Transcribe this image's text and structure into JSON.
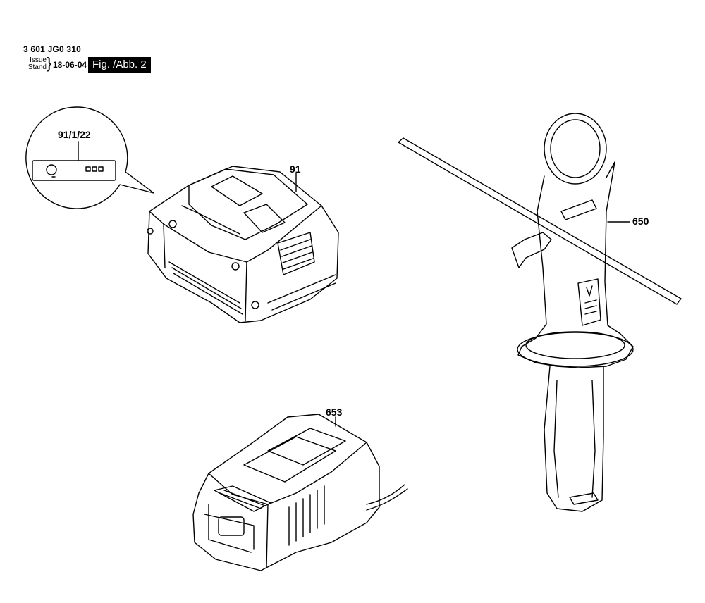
{
  "header": {
    "part_number": "3 601 JG0 310",
    "issue_label": "Issue",
    "stand_label": "Stand",
    "date": "18-06-04",
    "figure_label": "Fig. /Abb. 2"
  },
  "callouts": {
    "detail": "91/1/22",
    "battery": "91",
    "handle": "650",
    "charger": "653"
  }
}
